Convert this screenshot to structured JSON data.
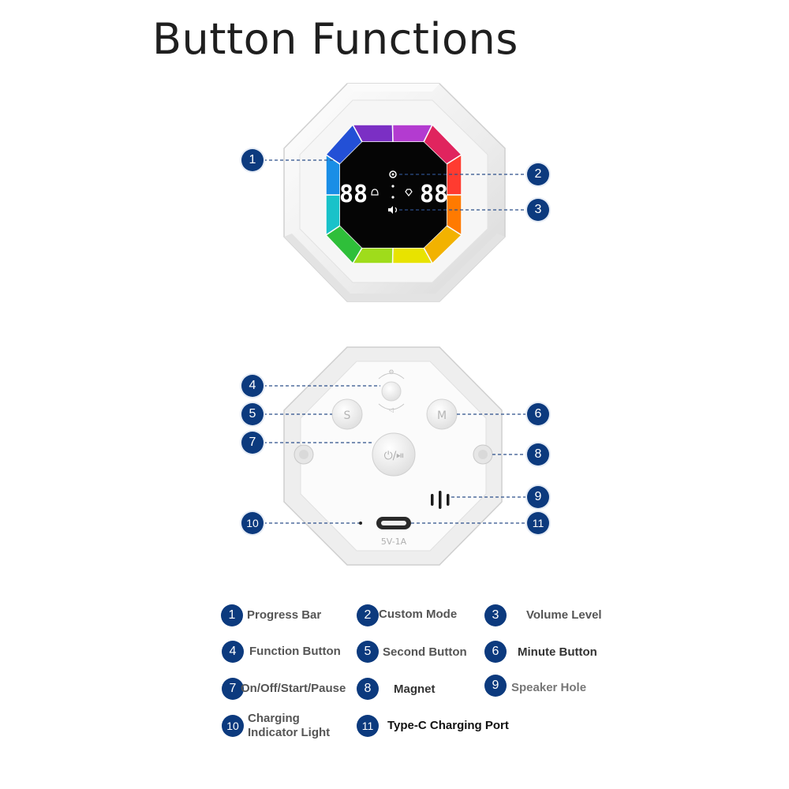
{
  "title": "Button Functions",
  "front": {
    "minutes_display": "88",
    "seconds_display": "88",
    "ring_colors": [
      "#7b2fc4",
      "#b33bd0",
      "#e0245e",
      "#ff3b30",
      "#ff7a00",
      "#f2b200",
      "#e8e300",
      "#9fdc1b",
      "#2fbf3a",
      "#19c2c9",
      "#1a8ee6",
      "#2350d6",
      "#2a4fc8",
      "#5a34c9"
    ]
  },
  "back": {
    "second_button_text": "S",
    "minute_button_text": "M",
    "power_button_text": "⏻/⏯",
    "port_label": "5V-1A"
  },
  "callouts": [
    "1",
    "2",
    "3",
    "4",
    "5",
    "6",
    "7",
    "8",
    "9",
    "10",
    "11"
  ],
  "legend": [
    {
      "num": "1",
      "label": "Progress Bar"
    },
    {
      "num": "2",
      "label": "Custom Mode"
    },
    {
      "num": "3",
      "label": "Volume Level"
    },
    {
      "num": "4",
      "label": "Function Button"
    },
    {
      "num": "5",
      "label": "Second Button"
    },
    {
      "num": "6",
      "label": "Minute Button"
    },
    {
      "num": "7",
      "label": "On/Off/Start/Pause"
    },
    {
      "num": "8",
      "label": "Magnet"
    },
    {
      "num": "9",
      "label": "Speaker Hole"
    },
    {
      "num": "10",
      "label": "Charging Indicator Light",
      "line1": "Charging",
      "line2": "Indicator Light"
    },
    {
      "num": "11",
      "label": "Type-C Charging Port"
    }
  ],
  "colors": {
    "badge": "#0c3a7e",
    "leader": "#2c4f8a",
    "body": "#f2f2f2"
  }
}
